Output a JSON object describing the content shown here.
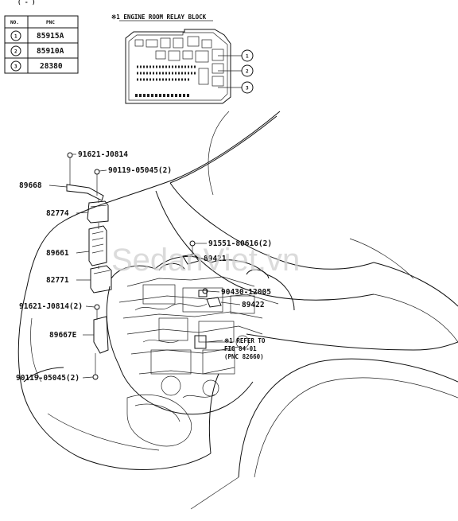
{
  "header_fragment": "(  -  )",
  "pnc_table": {
    "headers": [
      "NO.",
      "PNC"
    ],
    "rows": [
      {
        "no": "1",
        "pnc": "85915A"
      },
      {
        "no": "2",
        "pnc": "85910A"
      },
      {
        "no": "3",
        "pnc": "28380"
      }
    ]
  },
  "relay_block": {
    "title": "※1 ENGINE ROOM RELAY BLOCK",
    "callouts": [
      "1",
      "2",
      "3"
    ]
  },
  "part_labels": {
    "p91621_top": "91621-J0814",
    "p90119_top": "90119-05045(2)",
    "p89668": "89668",
    "p82774": "82774",
    "p91551": "91551-80616(2)",
    "p89661": "89661",
    "p89421": "89421",
    "p82771": "82771",
    "p90430": "90430-12005",
    "p91621_low": "91621-J0814(2)",
    "p89422": "89422",
    "p89667e": "89667E",
    "p90119_low": "90119-05045(2)"
  },
  "refer_note": {
    "line1": "※1 REFER TO",
    "line2": "FIG 84-01",
    "line3": "(PNC 82660)"
  },
  "watermark": "SedanViet.vn"
}
